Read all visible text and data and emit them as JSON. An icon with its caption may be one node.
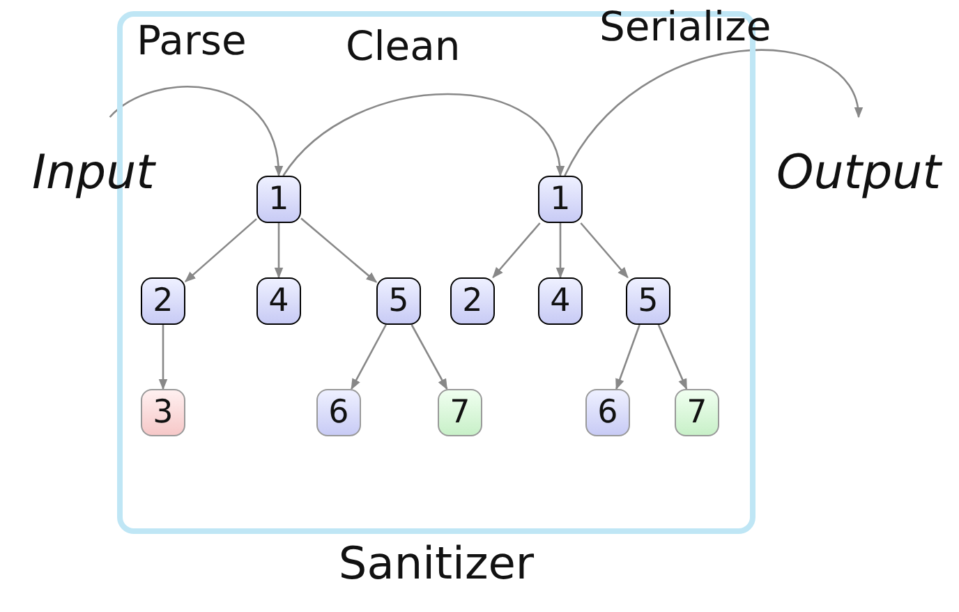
{
  "diagram": {
    "nodes": [
      {
        "text": [
          "Sanitizer"
        ]
      },
      {
        "text": [
          "Input"
        ]
      },
      {
        "text": [
          "1"
        ],
        "in": 0
      },
      {
        "text": [
          "2"
        ],
        "in": 0
      },
      {
        "text": [
          "4"
        ],
        "in": 0
      },
      {
        "text": [
          "5"
        ],
        "in": 0
      },
      {
        "text": [
          "3"
        ],
        "in": 0
      },
      {
        "text": [
          "6"
        ],
        "in": 0
      },
      {
        "text": [
          "7"
        ],
        "in": 0
      },
      {
        "text": [
          "1"
        ],
        "in": 0
      },
      {
        "text": [
          "2"
        ],
        "in": 0
      },
      {
        "text": [
          "4"
        ],
        "in": 0
      },
      {
        "text": [
          "5"
        ],
        "in": 0
      },
      {
        "text": [
          "6"
        ],
        "in": 0
      },
      {
        "text": [
          "7"
        ],
        "in": 0
      },
      {
        "text": [
          "Output"
        ]
      }
    ],
    "edges": [
      {
        "from": 1,
        "to": 2,
        "arrow": "to",
        "label": "Parse"
      },
      {
        "from": 2,
        "to": 9,
        "arrow": "to",
        "label": "Clean"
      },
      {
        "from": 9,
        "to": 15,
        "arrow": "to",
        "label": "Serialize"
      },
      {
        "from": 2,
        "to": 3,
        "arrow": "to"
      },
      {
        "from": 2,
        "to": 4,
        "arrow": "to"
      },
      {
        "from": 2,
        "to": 5,
        "arrow": "to"
      },
      {
        "from": 3,
        "to": 6,
        "arrow": "to"
      },
      {
        "from": 5,
        "to": 7,
        "arrow": "to"
      },
      {
        "from": 5,
        "to": 8,
        "arrow": "to"
      },
      {
        "from": 9,
        "to": 10,
        "arrow": "to"
      },
      {
        "from": 9,
        "to": 11,
        "arrow": "to"
      },
      {
        "from": 9,
        "to": 12,
        "arrow": "to"
      },
      {
        "from": 12,
        "to": 13,
        "arrow": "to"
      },
      {
        "from": 12,
        "to": 14,
        "arrow": "to"
      }
    ]
  }
}
